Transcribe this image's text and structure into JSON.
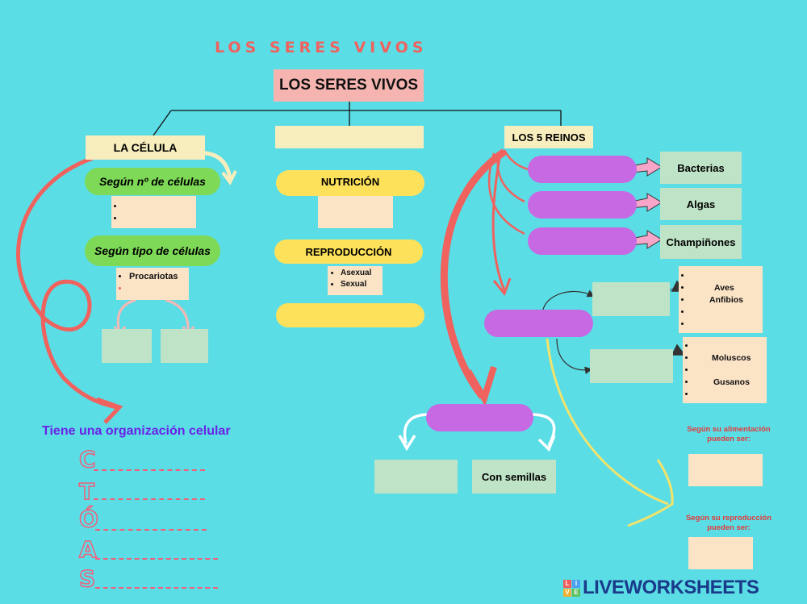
{
  "header": {
    "banner_title": "LOS SERES VIVOS",
    "main_box": "LOS SERES VIVOS"
  },
  "celula": {
    "title": "LA CÉLULA",
    "segun_numero": "Según nº de células",
    "segun_tipo": "Según tipo de células",
    "tipo_items": [
      "Procariotas",
      ""
    ],
    "numero_items": [
      "",
      ""
    ]
  },
  "funciones": {
    "nutricion": "NUTRICIÓN",
    "reproduccion": "REPRODUCCIÓN",
    "reproduccion_items": [
      "Asexual",
      "Sexual"
    ]
  },
  "reinos": {
    "title": "LOS 5 REINOS",
    "side_boxes": [
      "Bacterias",
      "Algas",
      "Champiñones"
    ],
    "vertebrados_list": [
      "",
      "Aves",
      "Anfibios",
      "",
      ""
    ],
    "invertebrados_list": [
      "",
      "Moluscos",
      "",
      "Gusanos",
      ""
    ],
    "plantas_right": "Con semillas",
    "alimentacion_label": "Según su alimentación pueden ser:",
    "reproduccion_label": "Según su reproducción pueden ser:"
  },
  "organizacion": {
    "heading": "Tiene una organización celular",
    "letters": [
      "C",
      "T",
      "Ó",
      "A",
      "S"
    ]
  },
  "branding": {
    "logo_letters": [
      "L",
      "I",
      "V",
      "E"
    ],
    "logo_text": "LIVEWORKSHEETS"
  },
  "colors": {
    "background": "#5bdde6",
    "green_pill": "#7ed957",
    "yellow_pill": "#fde15a",
    "purple_pill": "#c669e3",
    "red_arrow": "#f0625d",
    "title_red": "#f0625d",
    "heading_blue": "#6a22e6"
  }
}
